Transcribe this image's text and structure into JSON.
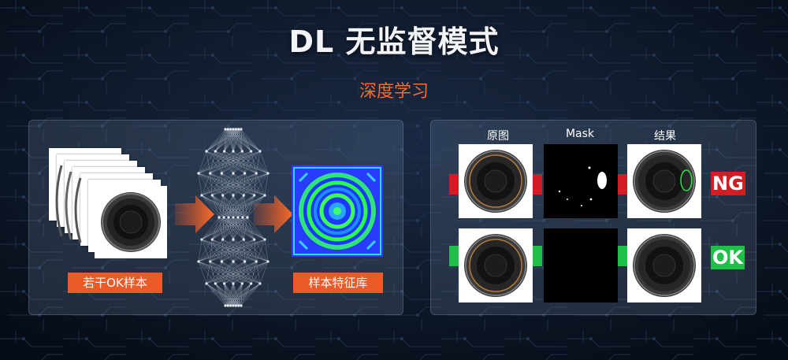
{
  "title": "DL 无监督模式",
  "subtitle": "深度学习",
  "left_panel": {
    "samples_label": "若干OK样本",
    "features_label": "样本特征库"
  },
  "right_panel": {
    "col_original": "原图",
    "col_mask": "Mask",
    "col_result": "结果",
    "verdict_ng": "NG",
    "verdict_ok": "OK"
  },
  "colors": {
    "accent_orange": "#ec5a28",
    "ng_red": "#d41c24",
    "ok_green": "#20c048"
  }
}
